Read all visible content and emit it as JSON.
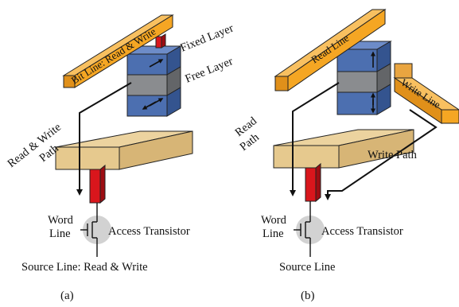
{
  "panels": {
    "a": {
      "bit_line": "Bit Line: Read & Write",
      "fixed_layer": "Fixed Layer",
      "free_layer": "Free Layer",
      "path_label_line1": "Read & Write",
      "path_label_line2": "Path",
      "word_line_1": "Word",
      "word_line_2": "Line",
      "access_transistor": "Access Transistor",
      "source_line": "Source Line: Read & Write",
      "caption": "(a)"
    },
    "b": {
      "read_line": "Read Line",
      "write_line": "Write Line",
      "read_path_1": "Read",
      "read_path_2": "Path",
      "write_path": "Write Path",
      "word_line_1": "Word",
      "word_line_2": "Line",
      "access_transistor": "Access Transistor",
      "source_line": "Source Line",
      "caption": "(b)"
    }
  },
  "colors": {
    "bit_line": "#f5a623",
    "substrate": "#e6c98e",
    "mtj_blue": "#4c6fb0",
    "mtj_gray": "#8a8c8f",
    "via_red": "#d9161c",
    "transistor_halo": "#d2d2d2"
  }
}
